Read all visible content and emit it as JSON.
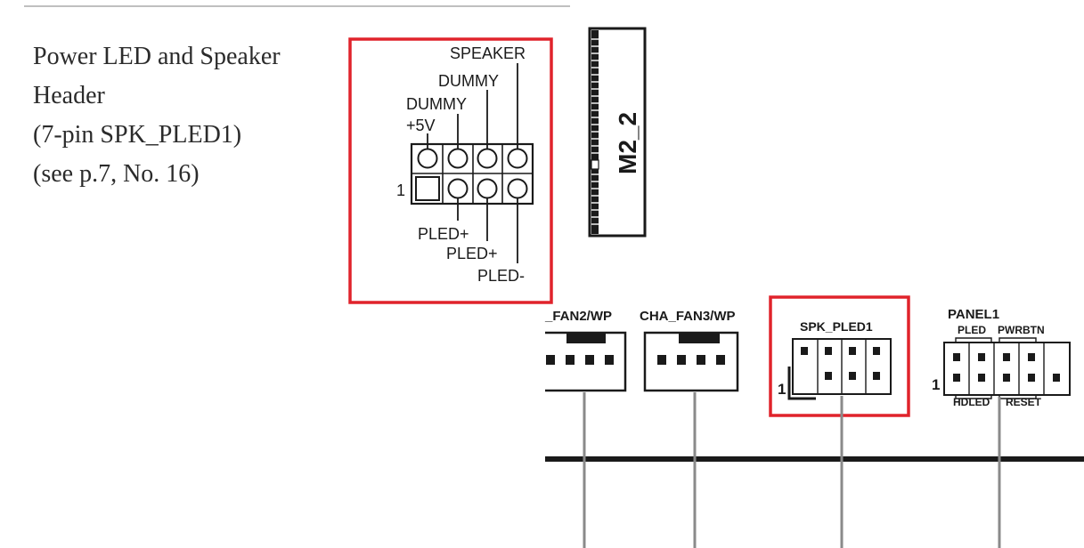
{
  "description": {
    "line1": "Power LED and Speaker",
    "line2": "Header",
    "line3": "(7-pin SPK_PLED1)",
    "line4": "(see p.7, No. 16)"
  },
  "pinout": {
    "speaker": "SPEAKER",
    "dummy_top": "DUMMY",
    "dummy": "DUMMY",
    "plus5v": "+5V",
    "pin1": "1",
    "pled_plus_1": "PLED+",
    "pled_plus_2": "PLED+",
    "pled_minus": "PLED-"
  },
  "board": {
    "m2_label": "M2_2",
    "fan2_label": "_FAN2/WP",
    "fan3_label": "CHA_FAN3/WP",
    "spk_label": "SPK_PLED1",
    "spk_pin1": "1",
    "panel_label": "PANEL1",
    "panel_pin1": "1",
    "pled": "PLED",
    "pwrbtn": "PWRBTN",
    "hdled": "HDLED",
    "reset": "RESET"
  },
  "colors": {
    "highlight": "#e0232b",
    "ink": "#1a1a1a",
    "leader": "#8a8a8a"
  }
}
